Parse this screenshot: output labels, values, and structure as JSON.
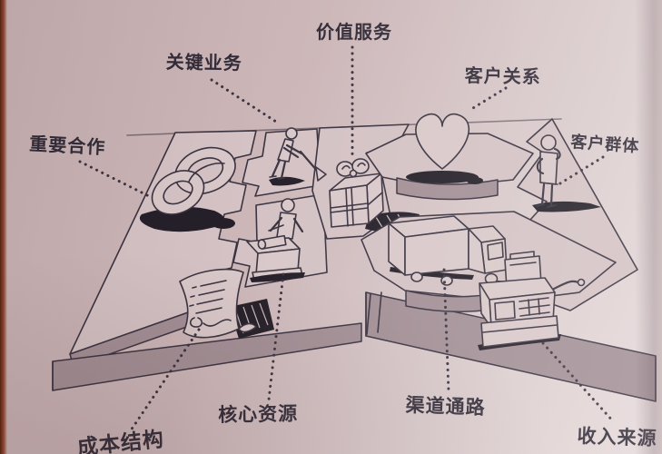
{
  "labels": {
    "partnership": {
      "text": "重要合作"
    },
    "key_activities": {
      "text": "关键业务"
    },
    "value_service": {
      "text": "价值服务"
    },
    "customer_relationship": {
      "text": "客户关系"
    },
    "customer_segments": {
      "text": "客户群体"
    },
    "core_resources": {
      "text": "核心资源"
    },
    "cost_structure": {
      "text": "成本结构"
    },
    "channels": {
      "text": "渠道通路"
    },
    "revenue_streams": {
      "text": "收入来源"
    }
  },
  "illustrations": {
    "partnership": "interlocked-rings",
    "key_activities": "person-digging-with-shovel",
    "core_resources": "person-with-press-machine",
    "value_service": "gift-box-with-bow",
    "customer_relationship": "heart",
    "channels": "delivery-truck",
    "customer_segments": "standing-person-thinking",
    "revenue_streams": "cash-register",
    "cost_structure": "curled-invoice-document"
  },
  "colors": {
    "paper": "#ccb7b8",
    "paper_light": "#e3d6d7",
    "platform_side": "#a28f95",
    "ink": "#3a3340",
    "shadow": "#241f28",
    "page_edge": "#7c3b2a"
  }
}
